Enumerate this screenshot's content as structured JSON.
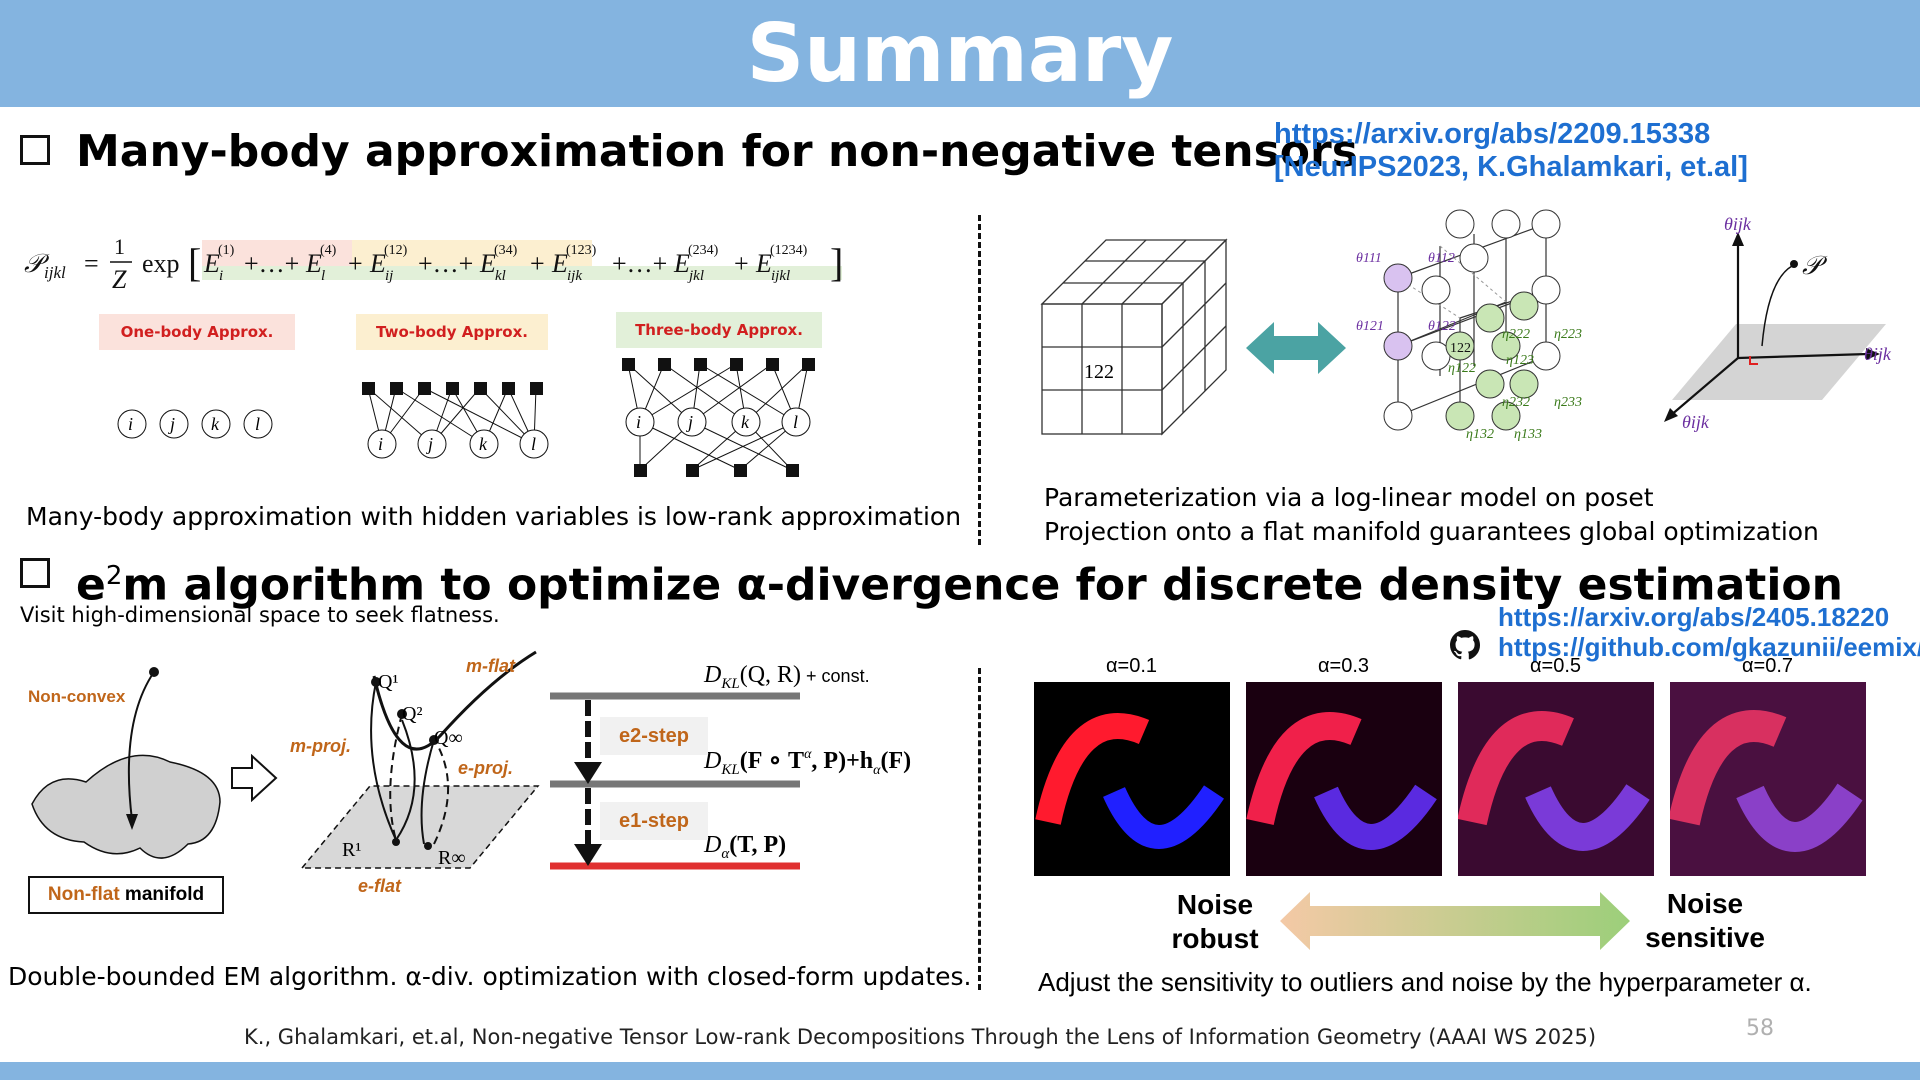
{
  "title": "Summary",
  "page_number": "58",
  "section1": {
    "heading": "Many-body approximation for non-negative tensors",
    "link": "https://arxiv.org/abs/2209.15338",
    "reference": "[NeurIPS2023, K.Ghalamkari, et.al]",
    "approx_labels": [
      "One-body Approx.",
      "Two-body Approx.",
      "Three-body Approx."
    ],
    "node_labels": [
      "i",
      "j",
      "k",
      "l"
    ],
    "caption_left": "Many-body approximation with hidden variables is low-rank approximation",
    "cube_label": "122",
    "poset_labels": {
      "theta111": "θ111",
      "theta112": "θ112",
      "theta121": "θ121",
      "theta122": "θ122",
      "node122": "122",
      "eta122": "η122",
      "eta123": "η123",
      "eta132": "η132",
      "eta133": "η133",
      "eta222": "η222",
      "eta223": "η223",
      "eta232": "η232",
      "eta233": "η233"
    },
    "axis_labels": {
      "z": "θijk",
      "x": "θijk",
      "y": "θijk",
      "p": "𝒫"
    },
    "caption_right_1": "Parameterization via a log-linear model on poset",
    "caption_right_2": "Projection onto a flat manifold guarantees global optimization"
  },
  "section2": {
    "heading_prefix": "e",
    "heading_sup": "2",
    "heading_rest": "m algorithm to optimize α-divergence for discrete density estimation",
    "subtitle": "Visit high-dimensional space to seek flatness.",
    "link1": "https://arxiv.org/abs/2405.18220",
    "link2": "https://github.com/gkazunii/eemix/",
    "non_convex": "Non-convex",
    "manifold_word1": "Non-flat",
    "manifold_word2": " manifold",
    "m_flat": "m-flat",
    "e_flat": "e-flat",
    "m_proj": "m-proj.",
    "e_proj": "e-proj.",
    "points": {
      "q1": "Q¹",
      "q2": "Q²",
      "qinf": "Q∞",
      "r1": "R¹",
      "rinf": "R∞"
    },
    "equations": {
      "dkl": "D",
      "dkl_args": "(Q, R)",
      "const": " + const.",
      "dkl2_args": "(F ∘ T",
      "dkl2_tail": ", P)+h",
      "dkl2_end": "(F)",
      "dalpha_args": "(T, P)"
    },
    "steps": [
      "e2-step",
      "e1-step"
    ],
    "caption_left": "Double-bounded EM algorithm. α-div. optimization with closed-form updates.",
    "alpha_labels": [
      "α=0.1",
      "α=0.3",
      "α=0.5",
      "α=0.7"
    ],
    "noise_robust": "Noise robust",
    "noise_sensitive": "Noise sensitive",
    "caption_right": "Adjust the sensitivity to outliers and noise by the hyperparameter α."
  },
  "footer": "K., Ghalamkari, et.al, Non-negative Tensor Low-rank Decompositions Through the Lens of Information Geometry (AAAI WS 2025)",
  "colors": {
    "title_bar": "#84b4e0",
    "link": "#1e6fd1",
    "orange": "#c0661a",
    "red_label": "#d11f1f",
    "one_body_bg": "#fbe2dc",
    "two_body_bg": "#fcefd0",
    "three_body_bg": "#e2f0d9"
  }
}
